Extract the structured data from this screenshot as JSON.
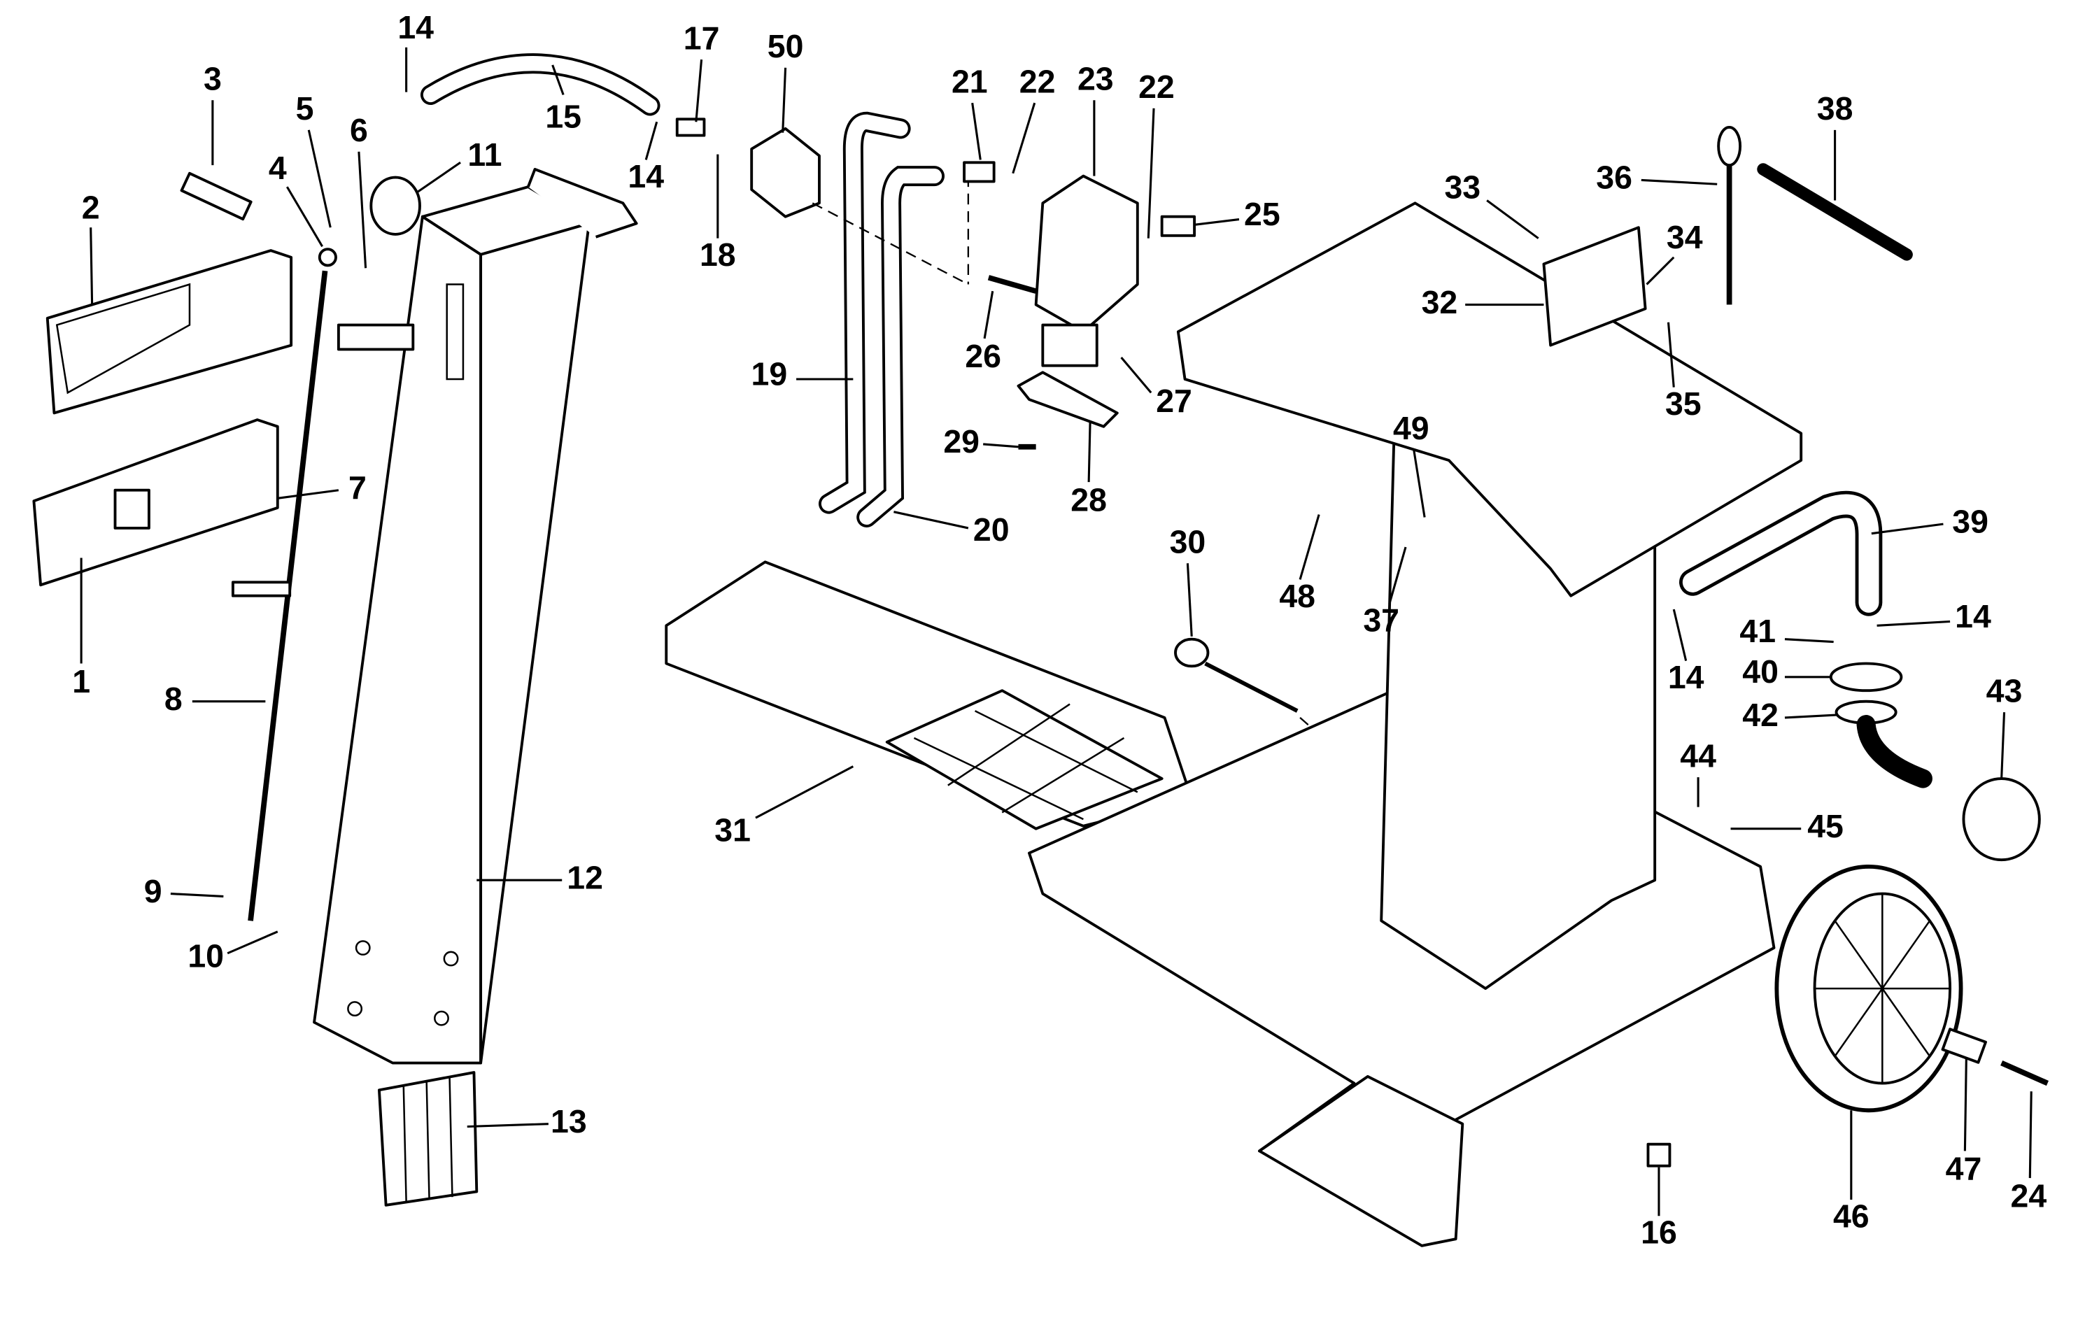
{
  "diagram": {
    "type": "exploded parts diagram",
    "line_color": "#000000",
    "background": "#ffffff",
    "callouts": [
      "14",
      "15",
      "14",
      "17",
      "50",
      "18",
      "3",
      "5",
      "4",
      "6",
      "11",
      "2",
      "7",
      "1",
      "8",
      "9",
      "10",
      "12",
      "13",
      "19",
      "20",
      "21",
      "22",
      "23",
      "22",
      "25",
      "26",
      "27",
      "29",
      "28",
      "30",
      "31",
      "33",
      "32",
      "36",
      "38",
      "34",
      "35",
      "49",
      "48",
      "37",
      "39",
      "14",
      "14",
      "41",
      "40",
      "42",
      "43",
      "44",
      "45",
      "16",
      "46",
      "47",
      "24"
    ]
  }
}
